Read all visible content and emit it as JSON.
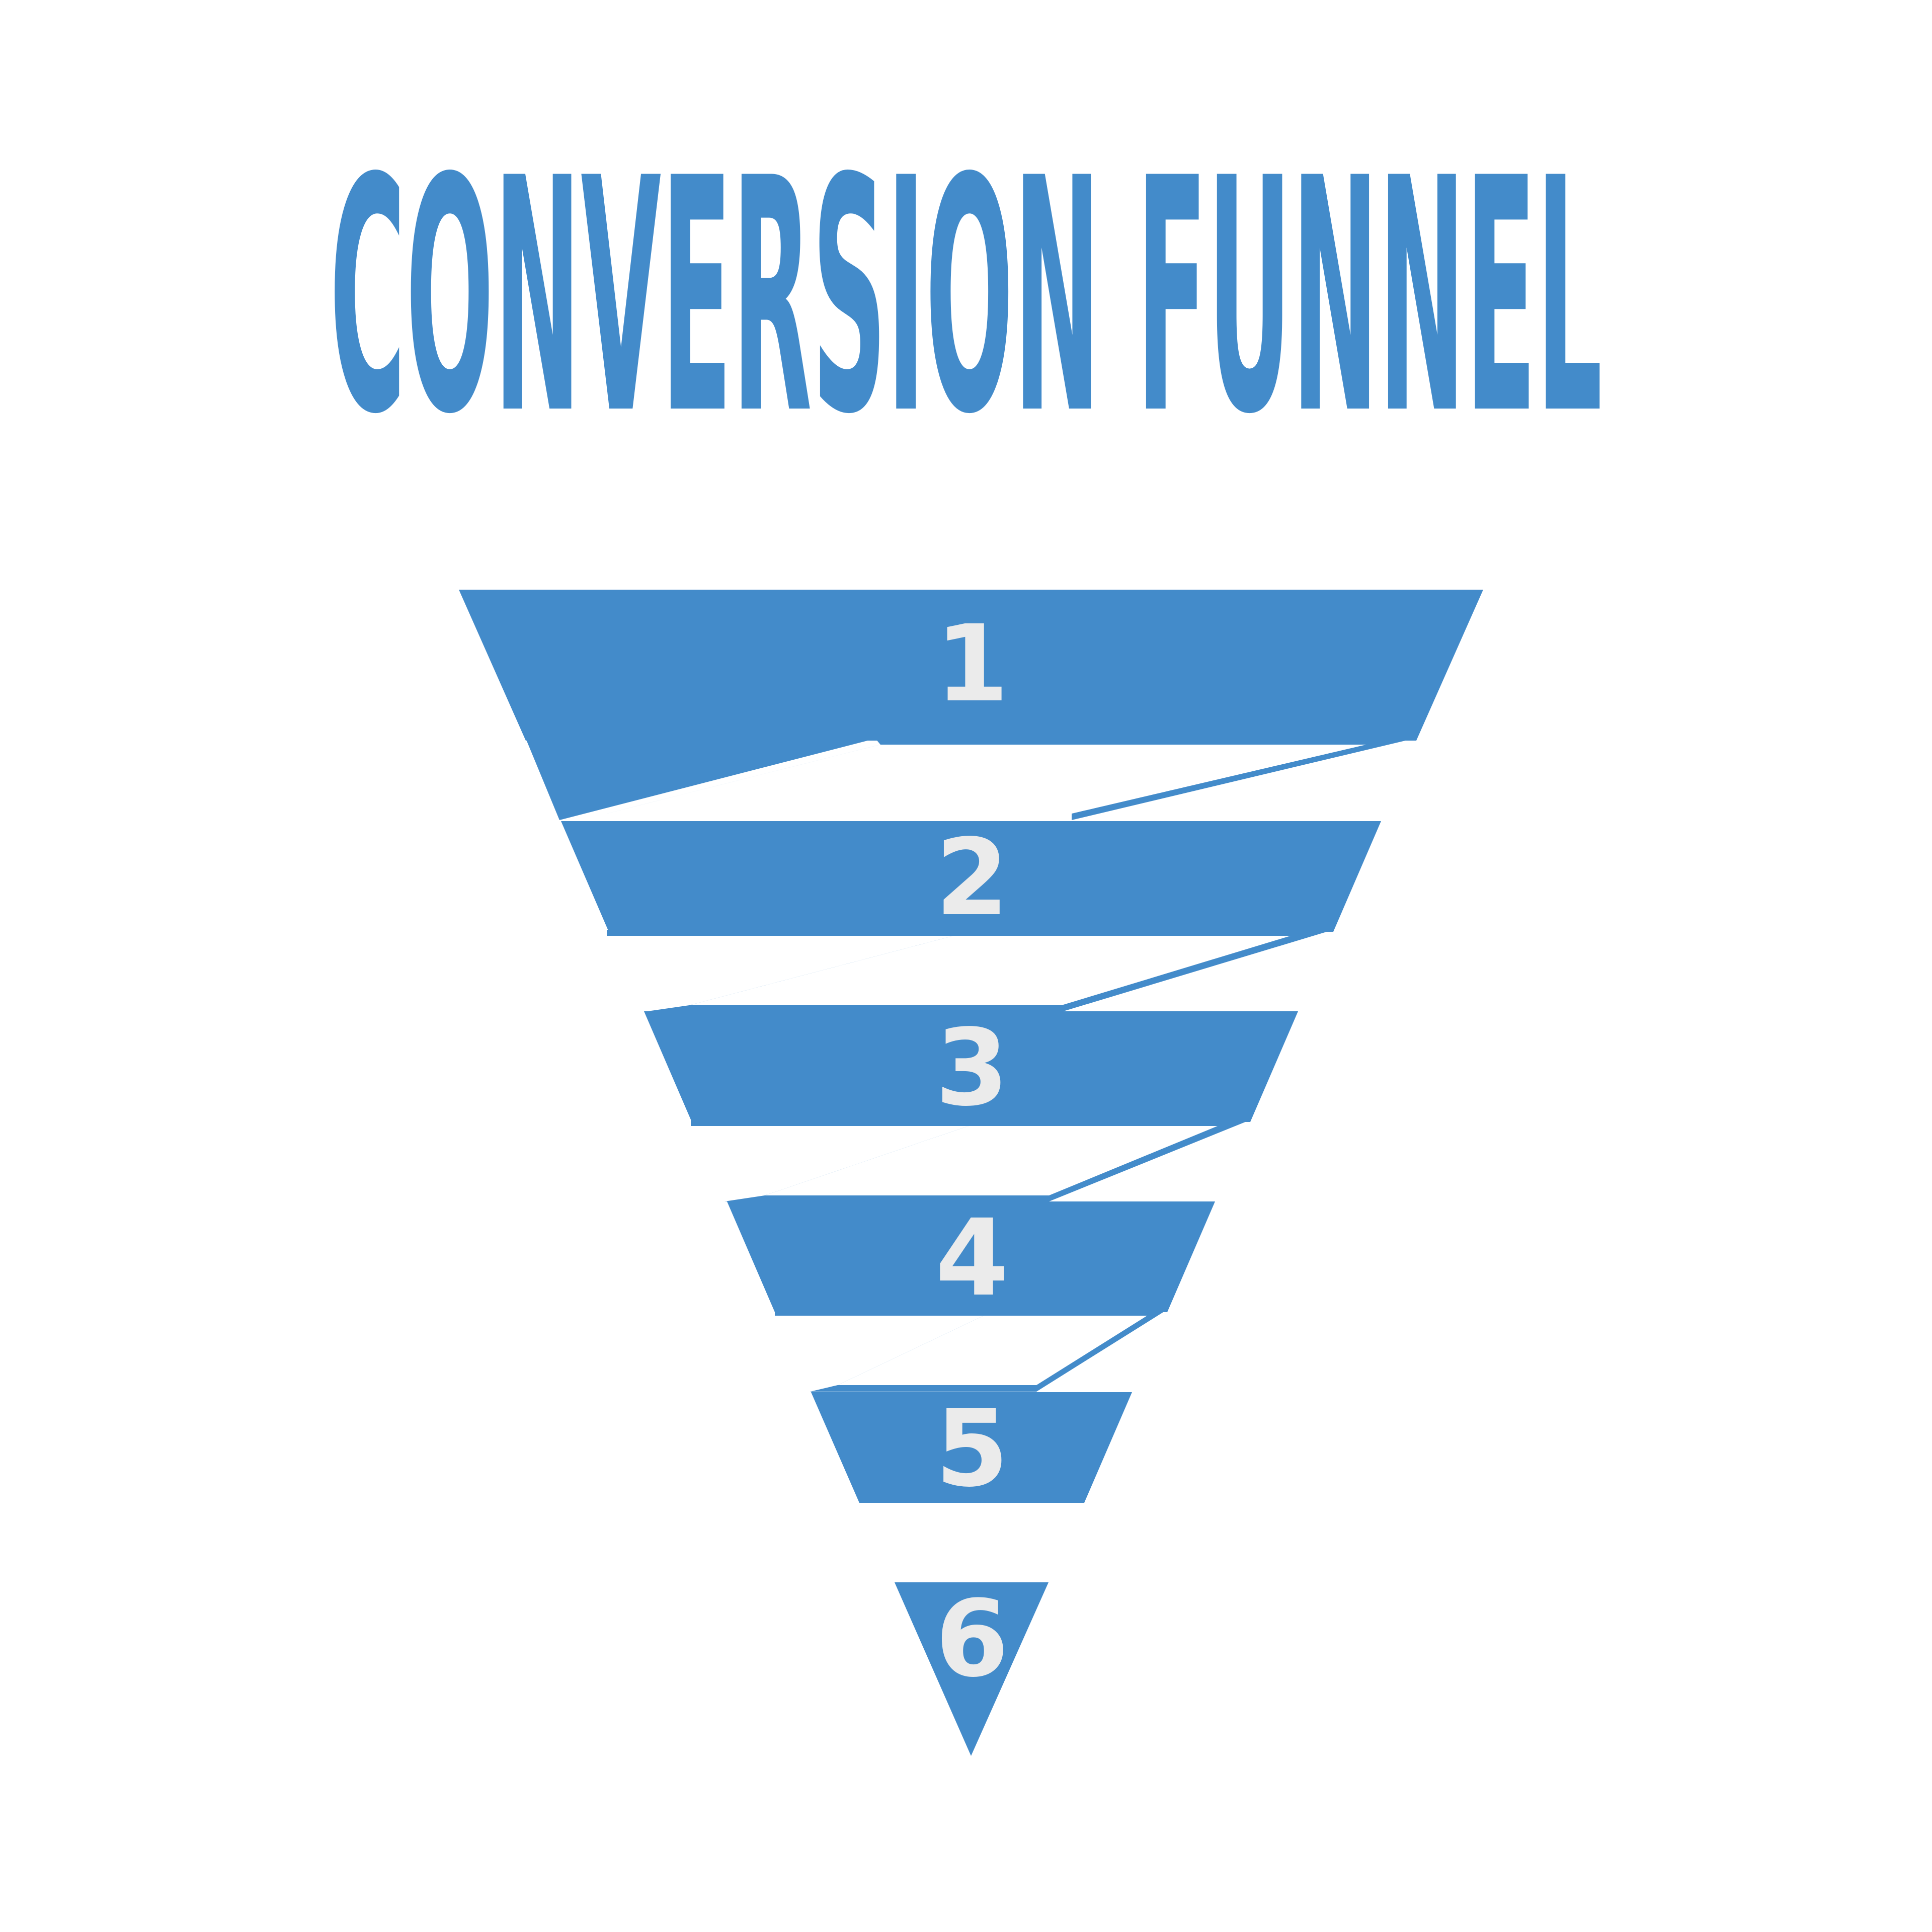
{
  "title": "CONVERSION FUNNEL",
  "colors": {
    "primary": "#438bca",
    "label": "#ebebeb",
    "background": "#ffffff"
  },
  "stages": [
    {
      "label": "1"
    },
    {
      "label": "2"
    },
    {
      "label": "3"
    },
    {
      "label": "4"
    },
    {
      "label": "5"
    },
    {
      "label": "6"
    }
  ]
}
